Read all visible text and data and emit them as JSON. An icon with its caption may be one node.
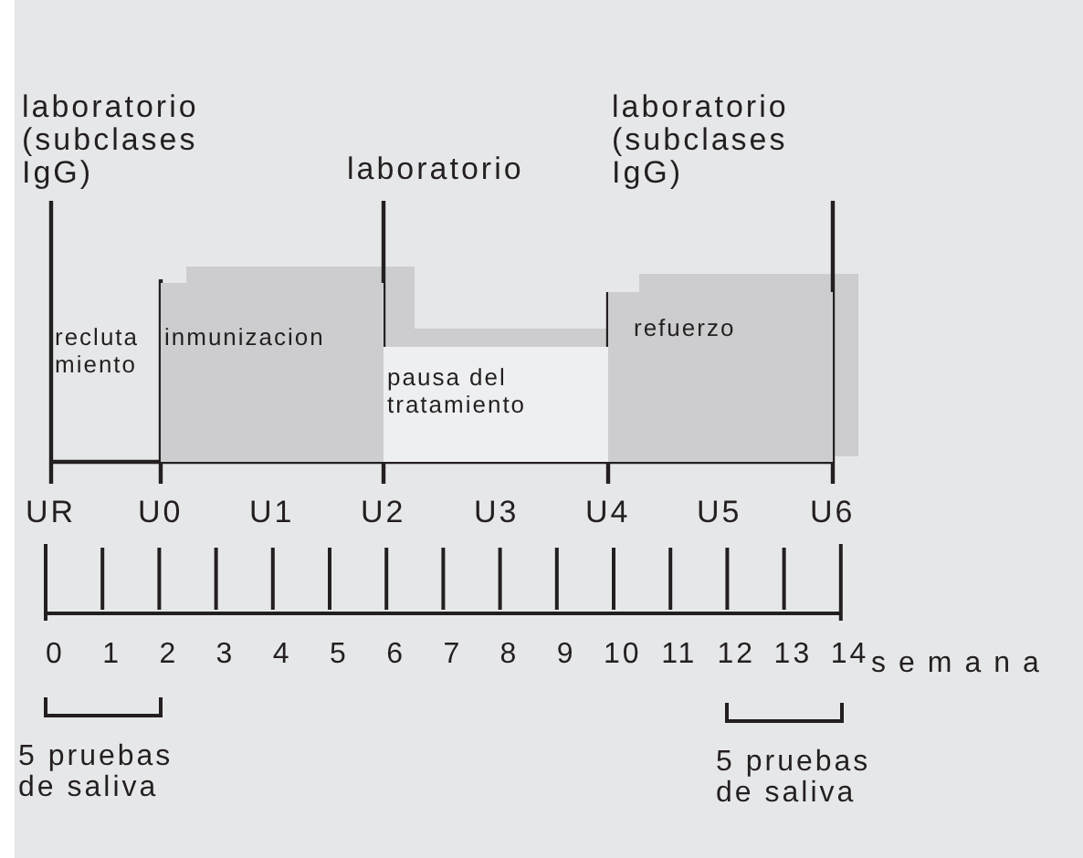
{
  "diagram": {
    "nodes": [
      {
        "text": [
          "recluta miento"
        ]
      },
      {
        "text": [
          "inmunizacion"
        ]
      },
      {
        "text": [
          "pausa del tratamiento"
        ]
      },
      {
        "text": [
          "refuerzo"
        ]
      }
    ],
    "labels": [
      "laboratorio (subclases IgG)",
      "laboratorio",
      "laboratorio (subclases IgG)",
      "UR",
      "U0",
      "U1",
      "U2",
      "U3",
      "U4",
      "U5",
      "U6",
      "0",
      "1",
      "2",
      "3",
      "4",
      "5",
      "6",
      "7",
      "8",
      "9",
      "10",
      "11",
      "12",
      "13",
      "14",
      "semana",
      "5 pruebas de saliva",
      "5 pruebas de saliva"
    ]
  }
}
